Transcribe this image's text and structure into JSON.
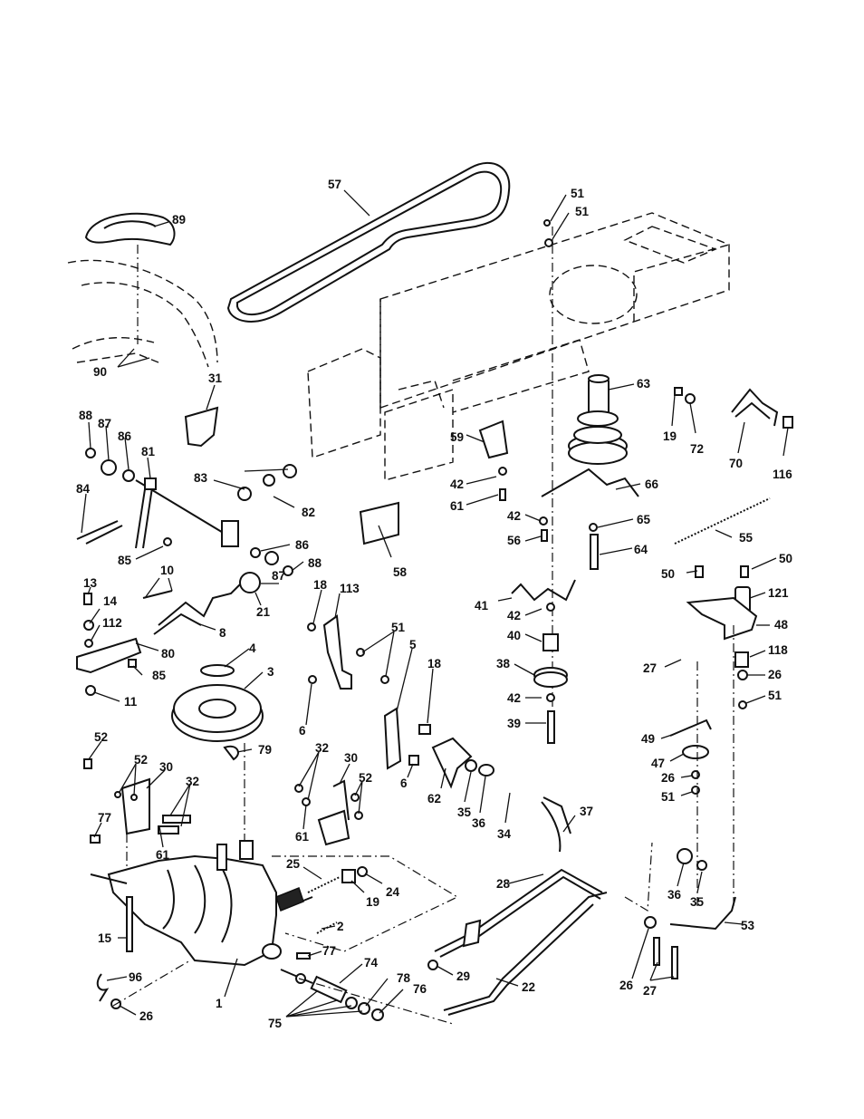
{
  "callouts": [
    "57",
    "51",
    "51",
    "89",
    "90",
    "31",
    "63",
    "19",
    "72",
    "70",
    "116",
    "88",
    "87",
    "86",
    "81",
    "83",
    "82",
    "59",
    "42",
    "61",
    "66",
    "42",
    "56",
    "65",
    "64",
    "55",
    "84",
    "85",
    "86",
    "88",
    "87",
    "21",
    "10",
    "8",
    "58",
    "50",
    "50",
    "121",
    "48",
    "118",
    "26",
    "51",
    "13",
    "14",
    "112",
    "80",
    "85",
    "11",
    "4",
    "3",
    "79",
    "18",
    "113",
    "51",
    "5",
    "18",
    "6",
    "6",
    "41",
    "42",
    "40",
    "38",
    "42",
    "39",
    "27",
    "49",
    "47",
    "26",
    "51",
    "52",
    "52",
    "30",
    "32",
    "32",
    "30",
    "52",
    "61",
    "61",
    "62",
    "35",
    "36",
    "34",
    "37",
    "77",
    "25",
    "19",
    "24",
    "28",
    "15",
    "2",
    "77",
    "74",
    "78",
    "76",
    "75",
    "29",
    "22",
    "96",
    "26",
    "1",
    "36",
    "35",
    "53",
    "26",
    "27"
  ]
}
